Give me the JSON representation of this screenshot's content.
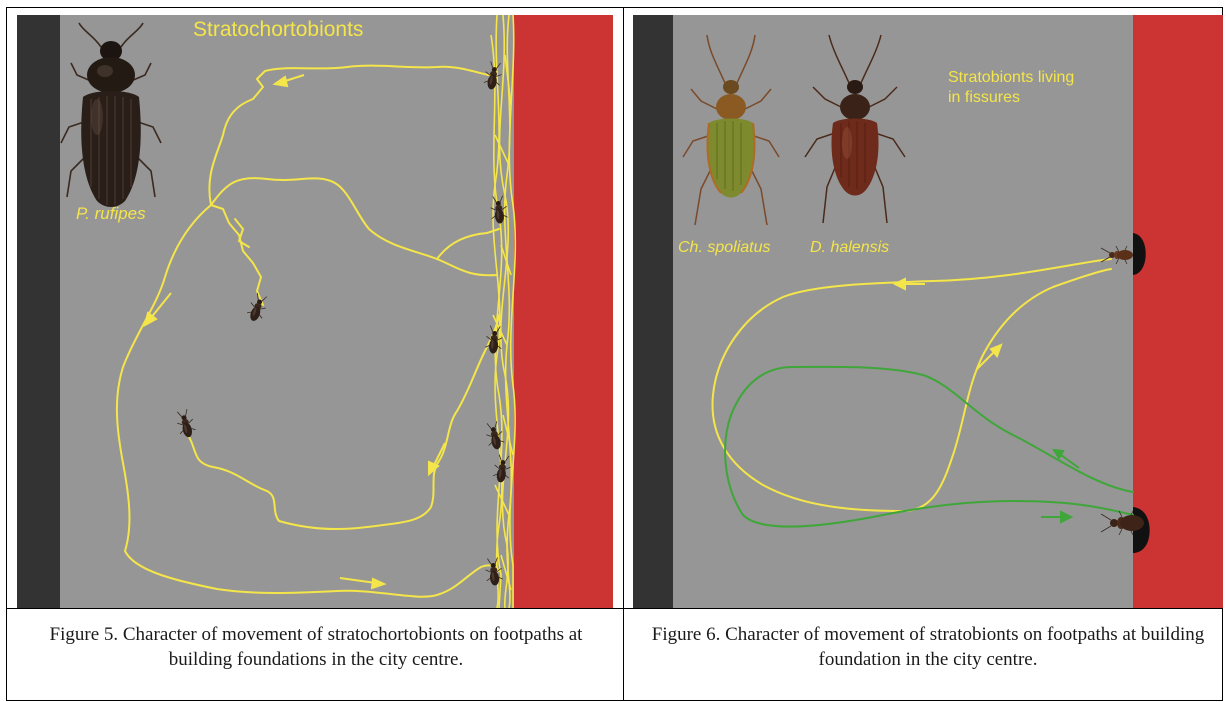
{
  "figure5": {
    "title": "Stratochortobionts",
    "species_label": "P. rufipes",
    "caption": "Figure 5. Character of movement of stratochortobionts on footpaths at building foundations in the city centre."
  },
  "figure6": {
    "title_line1": "Stratobionts living",
    "title_line2": "in fissures",
    "species_label_1": "Ch. spoliatus",
    "species_label_2": "D. halensis",
    "caption": "Figure 6. Character of movement of stratobionts on footpaths at building foundation in the city centre."
  },
  "colors": {
    "ground": "#969696",
    "curb": "#333333",
    "wall": "#cc3333",
    "track_yellow": "#f4e54a",
    "track_green": "#3fa63a",
    "label_yellow": "#f4e54a"
  }
}
